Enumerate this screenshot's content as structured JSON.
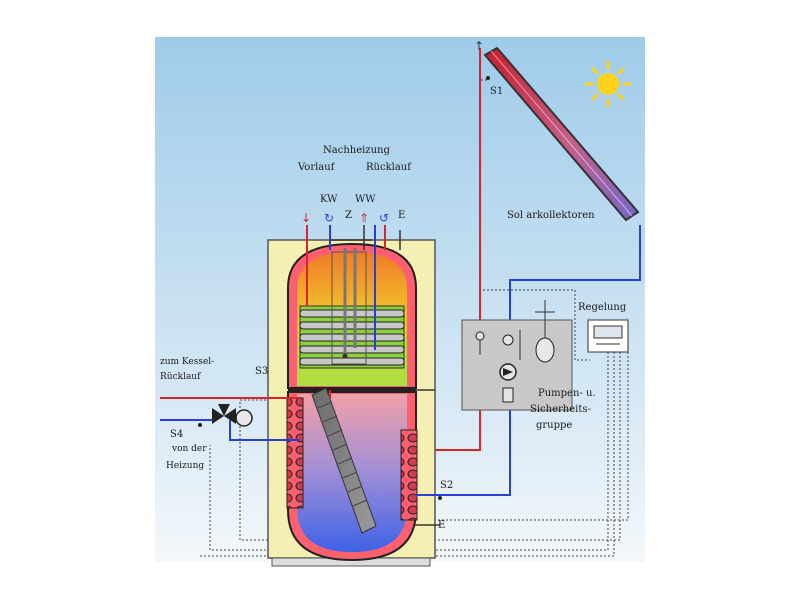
{
  "labels": {
    "s1": "S1",
    "solar_collectors": "Sol arkollektoren",
    "afterheating_title": "Nachheizung",
    "supply": "Vorlauf",
    "return": "Rücklauf",
    "cold_water": "KW",
    "circulation": "Z",
    "hot_water": "WW",
    "e_top": "E",
    "regulation": "Regelung",
    "boiler_return_1": "zum Kessel-",
    "boiler_return_2": "Rücklauf",
    "s3": "S3",
    "s4": "S4",
    "from_heating_1": "von der",
    "from_heating_2": "Heizung",
    "pump_group_1": "Pumpen- u.",
    "pump_group_2": "Sicherheits-",
    "pump_group_3": "gruppe",
    "s2": "S2",
    "e_bottom": "E"
  },
  "colors": {
    "sky_top": "#9fcbea",
    "sky_bottom": "#f4f8fb",
    "tank_casing": "#f6efb4",
    "hot_line": "#d8252b",
    "cold_line": "#2a3fd6",
    "sun": "#ffd21c"
  },
  "icons": [
    "sun-icon",
    "solar-collector",
    "storage-tank",
    "pump-icon",
    "mixing-valve-icon",
    "controller-icon",
    "expansion-vessel-icon"
  ]
}
